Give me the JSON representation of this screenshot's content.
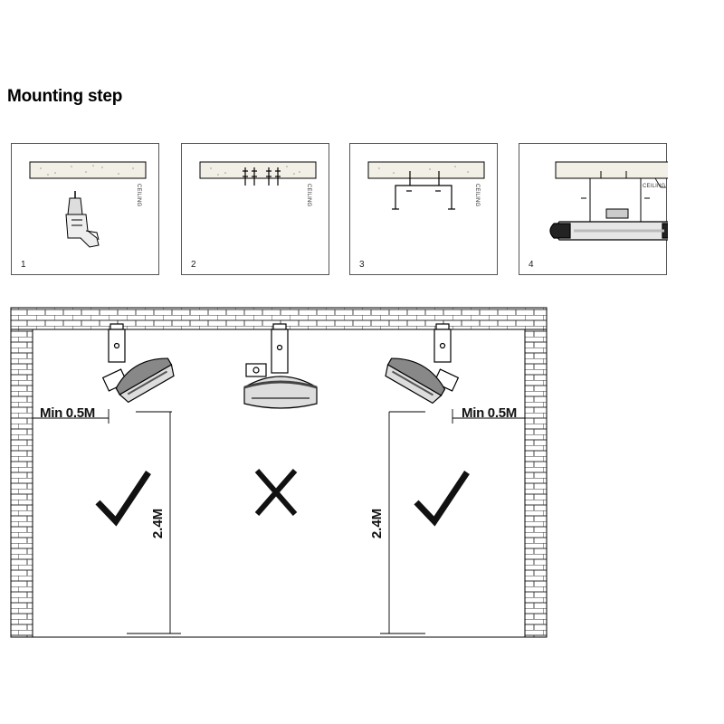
{
  "title": "Mounting step",
  "steps": [
    {
      "number": "1",
      "ceiling_label": "CEILING"
    },
    {
      "number": "2",
      "ceiling_label": "CEILING"
    },
    {
      "number": "3",
      "ceiling_label": "CEILING"
    },
    {
      "number": "4",
      "ceiling_label": "CEILING"
    }
  ],
  "clearance": {
    "side_left": "Min 0.5M",
    "side_right": "Min 0.5M",
    "height_left": "2.4M",
    "height_right": "2.4M"
  },
  "marks": {
    "left": "check-mark-icon",
    "center": "cross-mark-icon",
    "right": "check-mark-icon"
  },
  "colors": {
    "line": "#000000",
    "ceiling_fill": "#f2efe6",
    "heater_fill": "#e6e6e6"
  }
}
